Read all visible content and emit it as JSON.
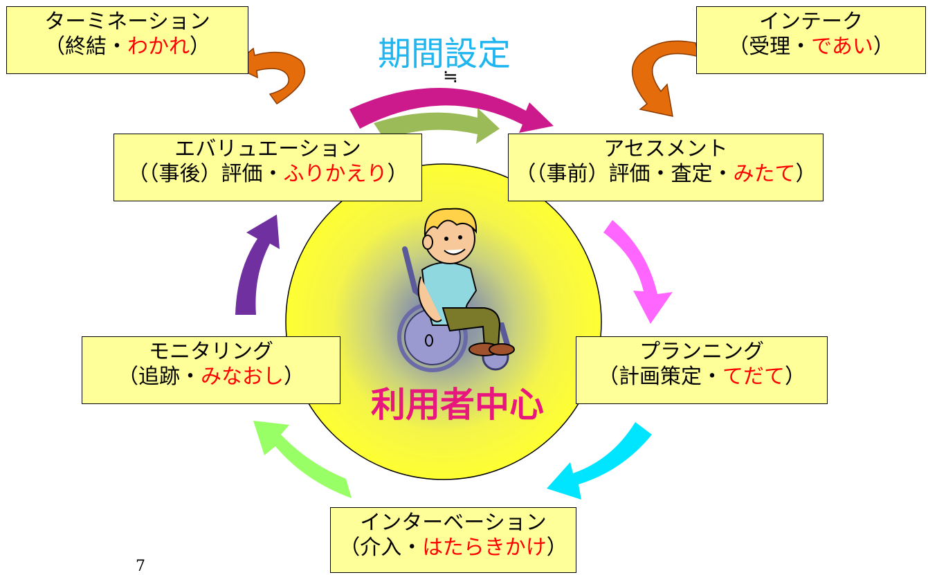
{
  "title": "期間設定",
  "approx_symbol": "≒",
  "center_label": "利用者中心",
  "page_number": "7",
  "stages": {
    "intake": {
      "name": "インテーク",
      "prefix": "（受理・",
      "plain": "であい",
      "suffix": "）"
    },
    "assessment": {
      "name": "アセスメント",
      "prefix": "（（事前）評価・査定・",
      "plain": "みたて",
      "suffix": "）"
    },
    "planning": {
      "name": "プランニング",
      "prefix": "（計画策定・",
      "plain": "てだて",
      "suffix": "）"
    },
    "intervention": {
      "name": "インターベーション",
      "prefix": "（介入・",
      "plain": "はたらきかけ",
      "suffix": "）"
    },
    "monitoring": {
      "name": "モニタリング",
      "prefix": "（追跡・",
      "plain": "みなおし",
      "suffix": "）"
    },
    "evaluation": {
      "name": "エバリュエーション",
      "prefix": "（（事後）評価・",
      "plain": "ふりかえり",
      "suffix": "）"
    },
    "termination": {
      "name": "ターミネーション",
      "prefix": "（終結・",
      "plain": "わかれ",
      "suffix": "）"
    }
  },
  "colors": {
    "box_fill": "#ffff99",
    "plain_word": "#ff0000",
    "title": "#1fb6f0",
    "center_label": "#e8177e",
    "center_circle": "#ffff33",
    "arrow_top_magenta": "#cc1a8c",
    "arrow_top_olive": "#9bbb59",
    "arrow_assessment_to_planning": "#ff66ff",
    "arrow_planning_to_intervention": "#00e5ff",
    "arrow_intervention_to_monitoring": "#99ff66",
    "arrow_monitoring_to_evaluation": "#7030a0",
    "arrow_curl": "#e46c0a"
  },
  "illustration": "boy-in-wheelchair"
}
